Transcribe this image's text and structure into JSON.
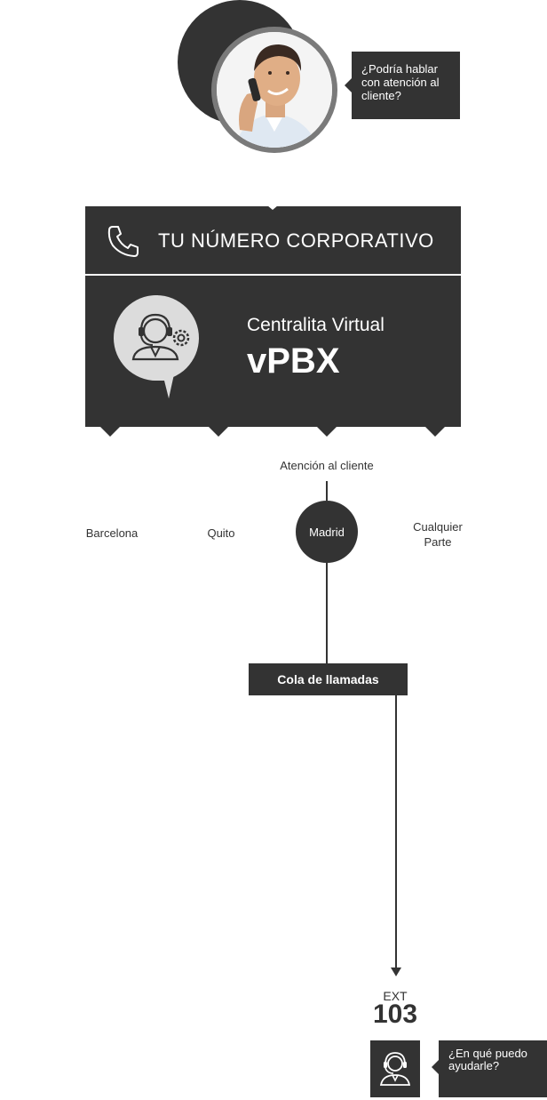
{
  "caller": {
    "image": "man-on-phone-photo",
    "speech": "¿Podría hablar con atención al cliente?"
  },
  "corporate_number": {
    "icon": "phone-icon",
    "title": "TU NÚMERO CORPORATIVO"
  },
  "vpbx": {
    "icon": "headset-agent-gear-icon",
    "subtitle": "Centralita Virtual",
    "title": "vPBX"
  },
  "routing": {
    "department": "Atención al cliente",
    "locations": [
      {
        "label": "Barcelona",
        "active": false
      },
      {
        "label": "Quito",
        "active": false
      },
      {
        "label": "Madrid",
        "active": true
      },
      {
        "label": "Cualquier Parte",
        "active": false
      }
    ],
    "queue": "Cola de llamadas"
  },
  "extension": {
    "label": "EXT",
    "number": "103",
    "icon": "headset-agent-icon",
    "speech": "¿En qué puedo ayudarle?"
  },
  "colors": {
    "dark": "#333333",
    "ring": "#7a7a7a",
    "background": "#ffffff"
  }
}
